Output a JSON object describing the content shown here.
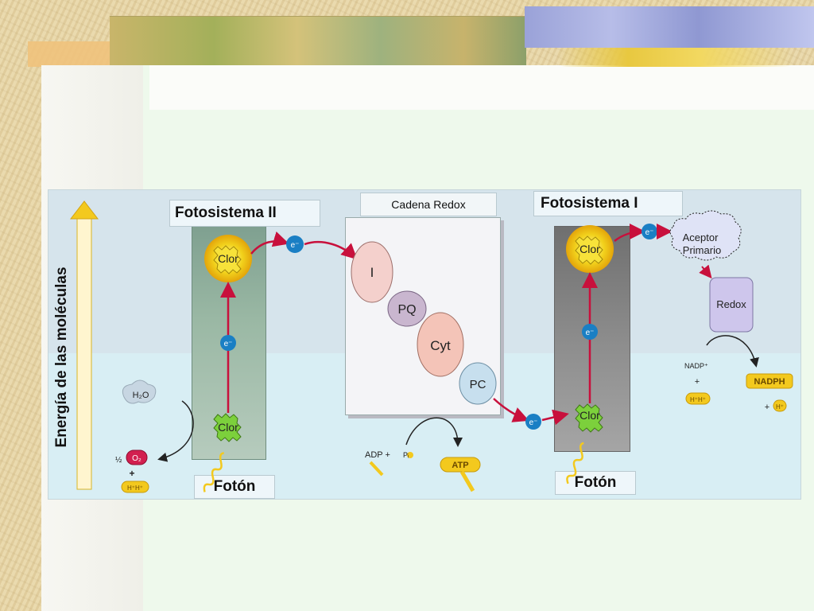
{
  "diagram": {
    "axis_label": "Energía de las moléculas",
    "photosystem_ii": {
      "title": "Fotosistema II",
      "top_node": "Clor",
      "bottom_node": "Clor",
      "photon": "Fotón",
      "electron": "e⁻"
    },
    "redox_chain": {
      "title": "Cadena Redox",
      "nodes": [
        "I",
        "PQ",
        "Cyt",
        "PC"
      ]
    },
    "photosystem_i": {
      "title": "Fotosistema I",
      "top_node": "Clor",
      "bottom_node": "Clor",
      "photon": "Fotón",
      "electron": "e⁻"
    },
    "acceptor": {
      "line1": "Aceptor",
      "line2": "Primario"
    },
    "redox_box": "Redox",
    "water": {
      "h2o": "H₂O",
      "o2": "O₂",
      "fraction": "½",
      "plus": "+",
      "protons": "H⁺H⁺"
    },
    "atp": {
      "adp": "ADP +",
      "pi": "Pᵢ",
      "atp": "ATP"
    },
    "nadph": {
      "nadp": "NADP⁺",
      "plus1": "+",
      "protons": "H⁺H⁺",
      "nadph": "NADPH",
      "plus2": "+",
      "proton": "H⁺"
    }
  },
  "colors": {
    "arrow_red": "#c8103c",
    "electron_blue": "#1a7fc4",
    "chlorophyll_green": "#7cd03c",
    "chlorophyll_yellow": "#f2d21c",
    "energy_arrow": "#f3c91e"
  }
}
